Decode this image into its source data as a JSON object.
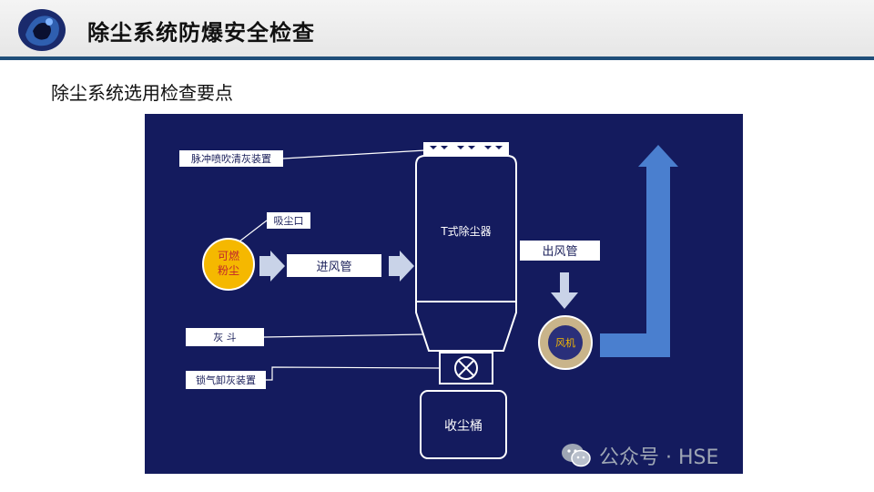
{
  "header": {
    "title": "除尘系统防爆安全检查"
  },
  "slide": {
    "subtitle": "除尘系统选用检查要点"
  },
  "diagram": {
    "labels": {
      "pulse_cleaning": "脉冲喷吹清灰装置",
      "suction_port": "吸尘口",
      "combustible": "可燃",
      "dust": "粉尘",
      "inlet_pipe": "进风管",
      "collector": "T式除尘器",
      "outlet_pipe": "出风管",
      "ash_hopper": "灰 斗",
      "airlock_valve": "锁气卸灰装置",
      "bin": "收尘桶",
      "fan": "风机"
    },
    "colors": {
      "background": "#141b5e",
      "outline": "#ffffff",
      "dust_fill": "#f5b800",
      "fan_ring": "#c9b48a",
      "fan_center": "#2a2f7a",
      "arrow_blue": "#4a7fcf",
      "arrow_light": "#c9d3e8"
    }
  },
  "watermark": {
    "text": "公众号 · HSE",
    "icon": "wechat-icon"
  }
}
